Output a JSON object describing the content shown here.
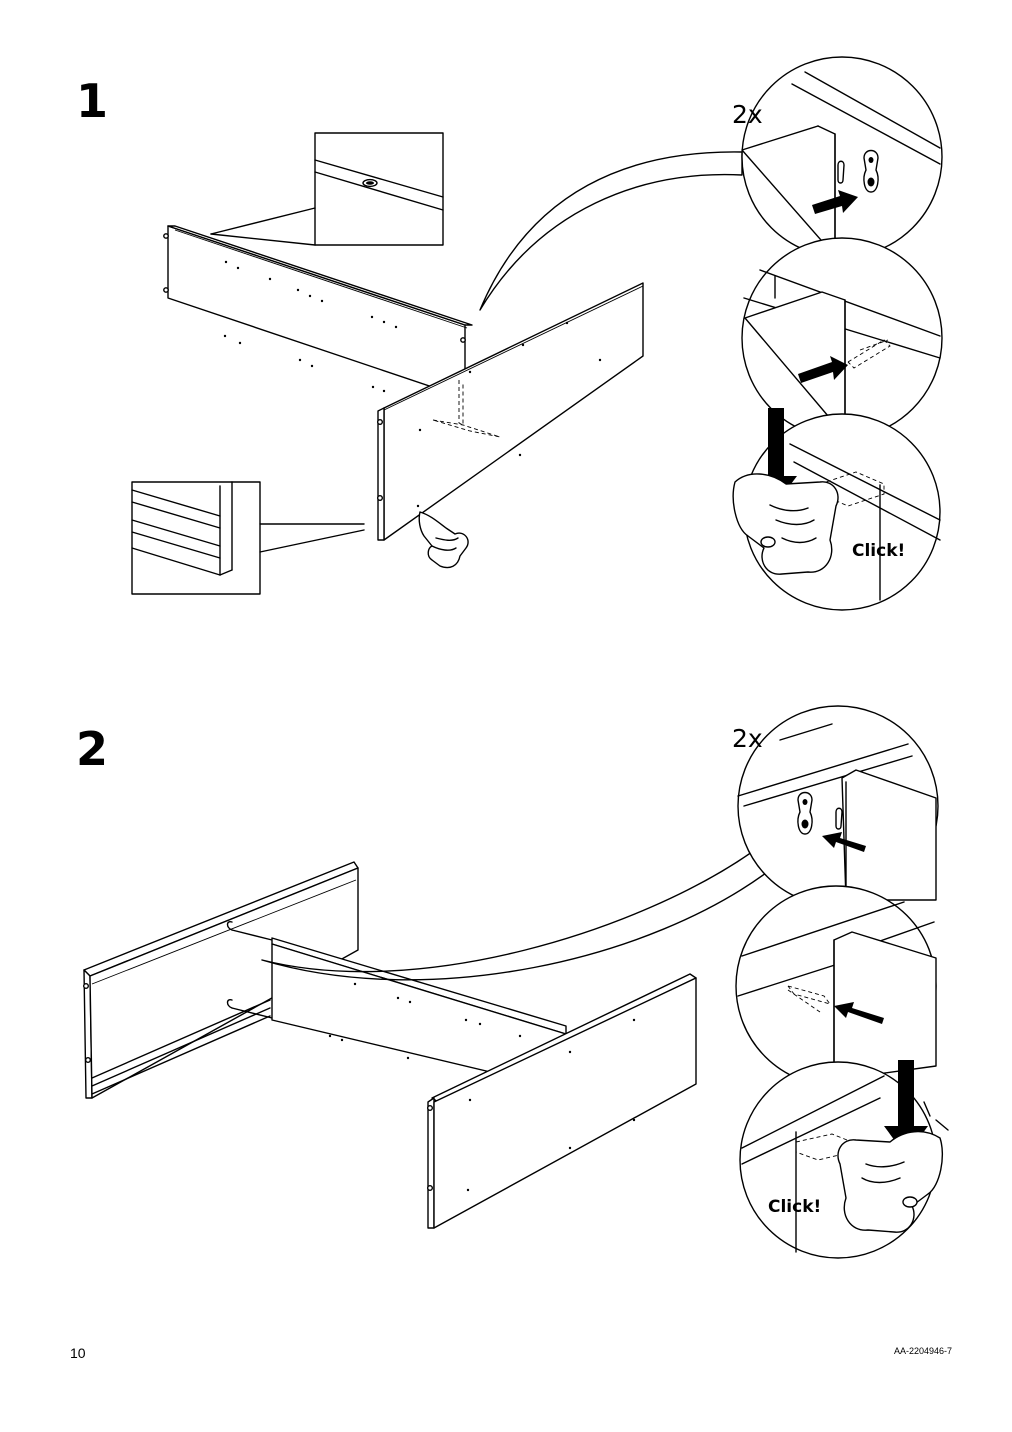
{
  "steps": [
    {
      "number": "1",
      "quantity": "2x",
      "click_label": "Click!"
    },
    {
      "number": "2",
      "quantity": "2x",
      "click_label": "Click!"
    }
  ],
  "footer": {
    "page_number": "10",
    "document_id": "AA-2204946-7"
  }
}
